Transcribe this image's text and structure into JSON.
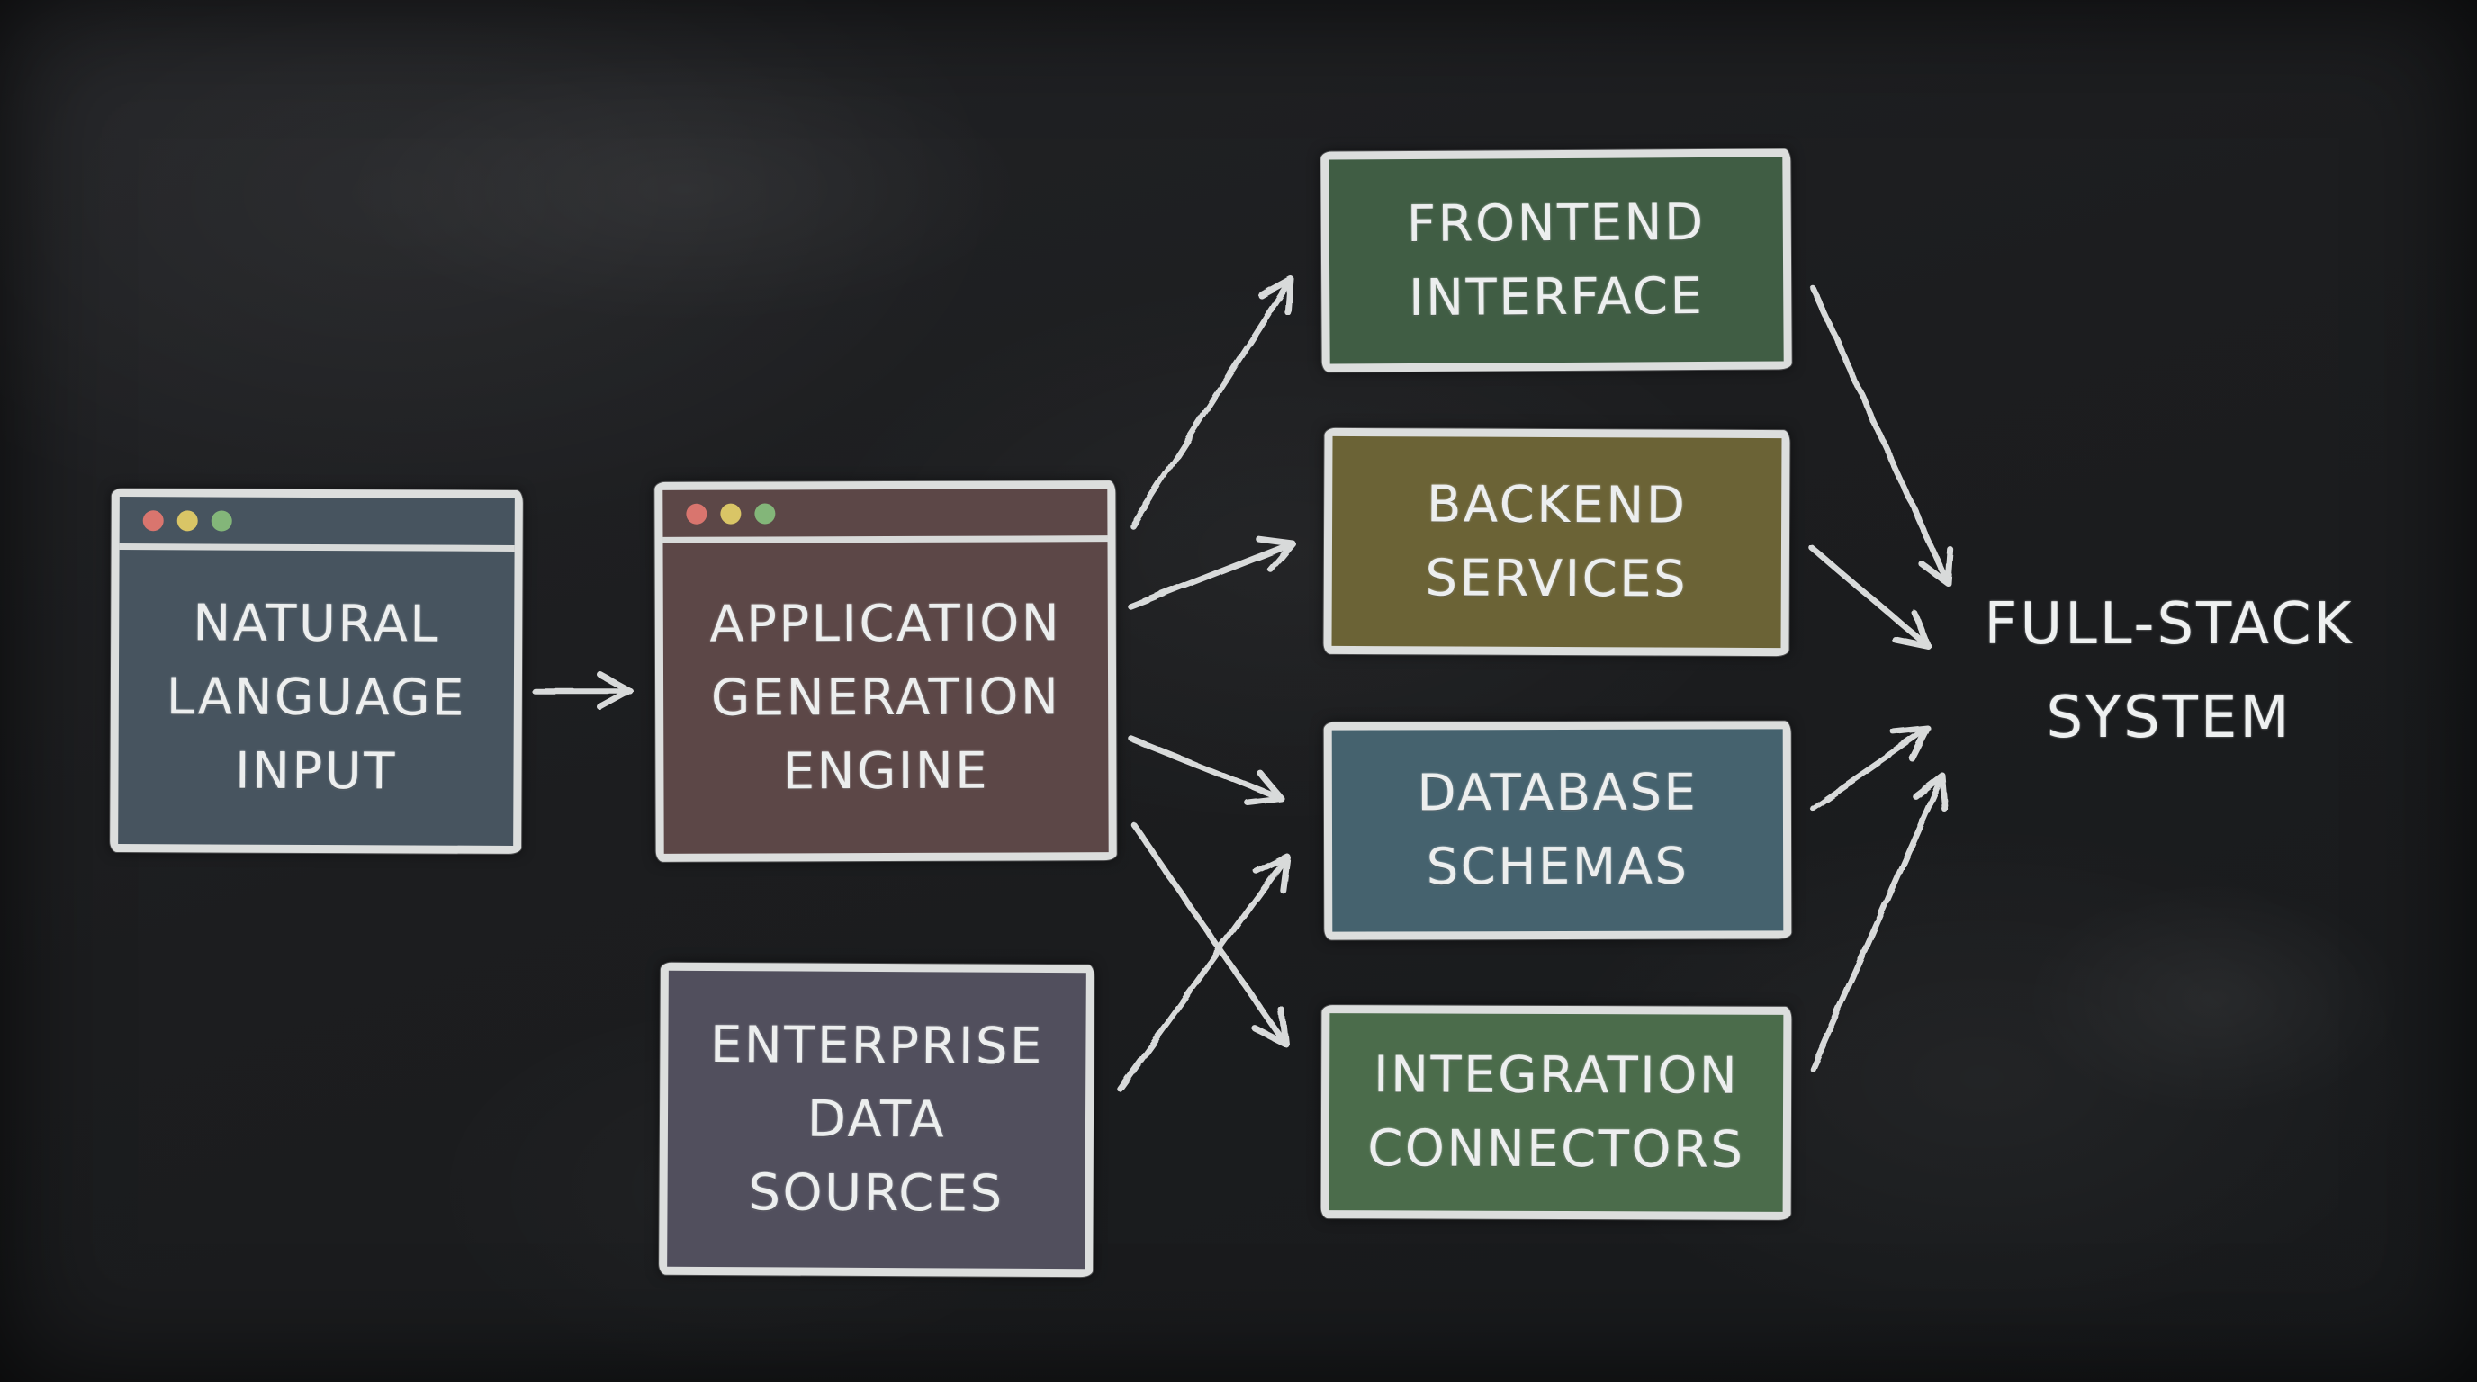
{
  "board": {
    "background_color": "#1d1e20",
    "chalk_color": "#dcdedd",
    "text_color": "#eceeee"
  },
  "window_controls": {
    "red": "#d9756e",
    "yellow": "#d9c566",
    "green": "#83b679"
  },
  "nodes": {
    "natural_language_input": {
      "label": "NATURAL LANGUAGE INPUT",
      "lines": [
        "NATURAL",
        "LANGUAGE",
        "INPUT"
      ],
      "style": "browser-window",
      "fill": "#47545f"
    },
    "application_generation_engine": {
      "label": "APPLICATION GENERATION ENGINE",
      "lines": [
        "APPLICATION",
        "GENERATION",
        "ENGINE"
      ],
      "style": "browser-window",
      "fill": "#5c4747"
    },
    "enterprise_data_sources": {
      "label": "ENTERPRISE DATA SOURCES",
      "lines": [
        "ENTERPRISE",
        "DATA",
        "SOURCES"
      ],
      "style": "rectangle",
      "fill": "#514f5d"
    },
    "frontend_interface": {
      "label": "FRONTEND INTERFACE",
      "lines": [
        "FRONTEND",
        "INTERFACE"
      ],
      "style": "rectangle",
      "fill": "#405d44"
    },
    "backend_services": {
      "label": "BACKEND SERVICES",
      "lines": [
        "BACKEND",
        "SERVICES"
      ],
      "style": "rectangle",
      "fill": "#6b6336"
    },
    "database_schemas": {
      "label": "DATABASE SCHEMAS",
      "lines": [
        "DATABASE",
        "SCHEMAS"
      ],
      "style": "rectangle",
      "fill": "#45626e"
    },
    "integration_connectors": {
      "label": "INTEGRATION CONNECTORS",
      "lines": [
        "INTEGRATION",
        "CONNECTORS"
      ],
      "style": "rectangle",
      "fill": "#4b6c4b"
    },
    "full_stack_system": {
      "label": "FULL-STACK SYSTEM",
      "lines": [
        "FULL-STACK",
        "SYSTEM"
      ],
      "style": "text-only",
      "fill": "none"
    }
  },
  "edges": [
    {
      "from": "natural_language_input",
      "to": "application_generation_engine"
    },
    {
      "from": "application_generation_engine",
      "to": "frontend_interface"
    },
    {
      "from": "application_generation_engine",
      "to": "backend_services"
    },
    {
      "from": "application_generation_engine",
      "to": "database_schemas"
    },
    {
      "from": "application_generation_engine",
      "to": "integration_connectors"
    },
    {
      "from": "enterprise_data_sources",
      "to": "database_schemas"
    },
    {
      "from": "frontend_interface",
      "to": "full_stack_system"
    },
    {
      "from": "backend_services",
      "to": "full_stack_system"
    },
    {
      "from": "database_schemas",
      "to": "full_stack_system"
    },
    {
      "from": "integration_connectors",
      "to": "full_stack_system"
    }
  ]
}
